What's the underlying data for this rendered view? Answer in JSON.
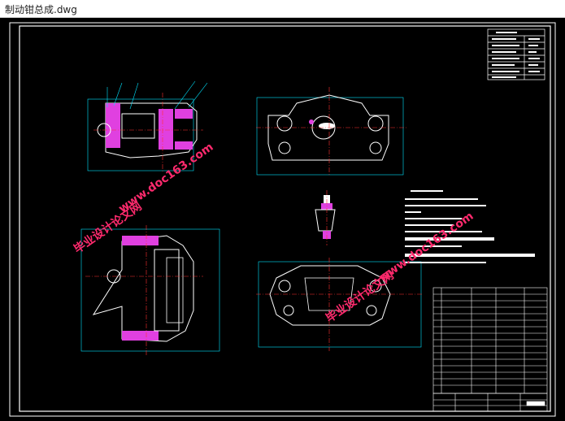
{
  "window": {
    "title": "制动钳总成.dwg"
  },
  "watermarks": {
    "site_url": "www.doc163.com",
    "site_name": "毕业设计论文网"
  },
  "colors": {
    "background": "#000000",
    "frame": "#ffffff",
    "dimension": "#00e5ff",
    "section_fill": "#e040e0",
    "outline": "#ffffff",
    "watermark": "#ff2a6d",
    "centerline": "#ff3030"
  }
}
